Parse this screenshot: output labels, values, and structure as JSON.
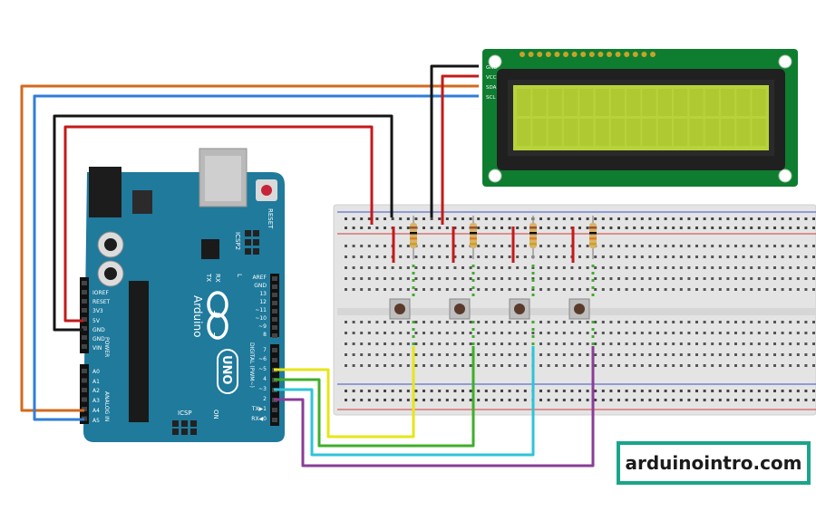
{
  "lcd": {
    "pins": [
      "GND",
      "VCC",
      "SDA",
      "SCL"
    ]
  },
  "arduino": {
    "logo_text": "Arduino",
    "model": "UNO",
    "on_label": "ON",
    "reset_label": "RESET",
    "icsp2_label": "ICSP2",
    "icsp_label": "ICSP",
    "tx_label": "TX",
    "rx_label": "RX",
    "l_label": "L",
    "power_header_label": "POWER",
    "analog_header_label": "ANALOG IN",
    "digital_header_label": "DIGITAL (PWM~)",
    "power_pins": [
      "IOREF",
      "RESET",
      "3V3",
      "5V",
      "GND",
      "GND",
      "VIN"
    ],
    "analog_pins": [
      "A0",
      "A1",
      "A2",
      "A3",
      "A4",
      "A5"
    ],
    "digital_top_pins": [
      "AREF",
      "GND",
      "13",
      "12",
      "~11",
      "~10",
      "~9",
      "8"
    ],
    "digital_bottom_pins": [
      "7",
      "~6",
      "~5",
      "4",
      "~3",
      "2",
      "TX▶1",
      "RX◀0"
    ]
  },
  "watermark": {
    "text": "arduinointro.com"
  },
  "colors": {
    "board_blue": "#1f7a9c",
    "breadboard": "#e6e6e6",
    "lcd_pcb": "#0b7e2e",
    "lcd_screen": "#b9d43a",
    "wire_orange": "#d26a1e",
    "wire_blue": "#2f7ed8",
    "wire_black": "#141414",
    "wire_red": "#c41a1a",
    "wire_yellow": "#e6e61a",
    "wire_green": "#3fae2a",
    "wire_cyan": "#2ec4d6",
    "wire_purple": "#8a3d96",
    "watermark_border": "#1aa58a"
  }
}
